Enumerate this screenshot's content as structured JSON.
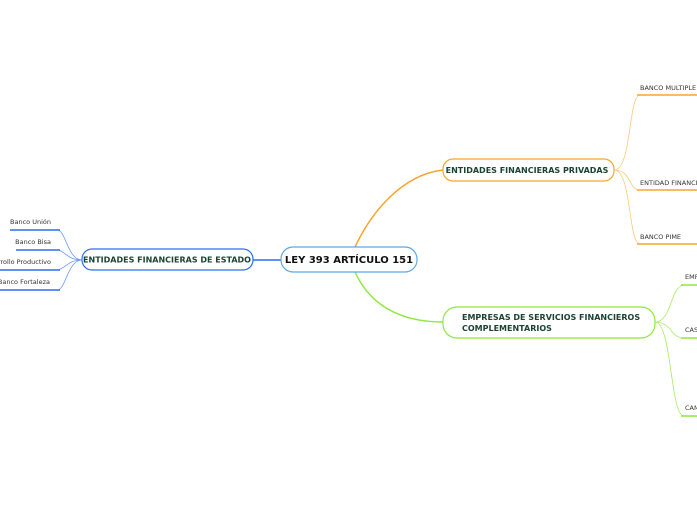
{
  "colors": {
    "central": "#5aa9e6",
    "estado": "#2a6ff0",
    "privadas": "#f7a52a",
    "empresas": "#8fe83a"
  },
  "central": {
    "label": "LEY 393 ARTÍCULO 151"
  },
  "estado": {
    "label": "ENTIDADES FINANCIERAS DE ESTADO",
    "children": [
      "Banco Unión",
      "Banco Bisa",
      "sarrollo Productivo",
      "Banco Fortaleza"
    ]
  },
  "privadas": {
    "label": "ENTIDADES FINANCIERAS PRIVADAS",
    "children": [
      "BANCO MULTIPLE",
      "ENTIDAD FINANCIE",
      "BANCO PIME"
    ]
  },
  "empresas": {
    "label_line1": "EMPRESAS DE SERVICIOS FINANCIEROS",
    "label_line2": "COMPLEMENTARIOS",
    "children": [
      "EMP",
      "CASA",
      "CAM"
    ]
  }
}
